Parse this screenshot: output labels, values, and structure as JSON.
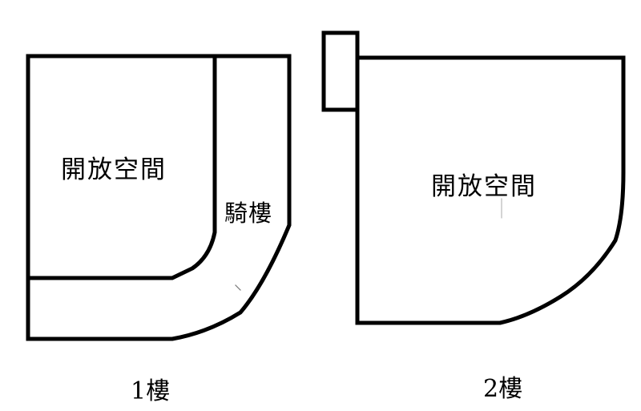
{
  "floor1": {
    "open_space_label": "開放空間",
    "arcade_label": "騎樓",
    "floor_label": "1樓"
  },
  "floor2": {
    "open_space_label": "開放空間",
    "floor_label": "2樓"
  },
  "colors": {
    "line": "#000000",
    "background": "#ffffff"
  }
}
